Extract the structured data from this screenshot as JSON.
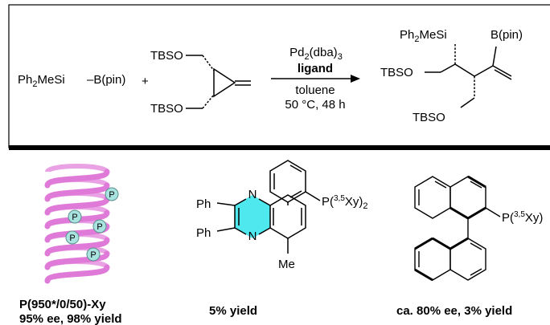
{
  "reaction": {
    "reactant_a_left": "Ph",
    "reactant_a_left_sub": "2",
    "reactant_a_mid": "MeSi",
    "reactant_a_bpin": "–B(pin)",
    "plus": "+",
    "reactant_b_tbso_top": "TBSO",
    "reactant_b_tbso_bottom": "TBSO",
    "catalyst_pd": "Pd",
    "catalyst_pd_sub": "2",
    "catalyst_dba": "(dba)",
    "catalyst_dba_sub": "3",
    "catalyst_ligand": "ligand",
    "solvent": "toluene",
    "conditions": "50 °C, 48 h",
    "product_ph": "Ph",
    "product_ph_sub": "2",
    "product_mesi": "MeSi",
    "product_bpin": "B(pin)",
    "product_tbso_top": "TBSO",
    "product_tbso_bottom": "TBSO"
  },
  "ligands": [
    {
      "p_labels": [
        "P",
        "P",
        "P",
        "P",
        "P"
      ],
      "name": "P(950*/0/50)-Xy",
      "result": "95% ee, 98% yield",
      "helix_color": "#e07ad8",
      "bead_color": "#a9e3e0"
    },
    {
      "ph_top": "Ph",
      "ph_bottom": "Ph",
      "n_top": "N",
      "n_bottom": "N",
      "me": "Me",
      "phosphine": "P(",
      "phosphine_sup": "3,5",
      "phosphine_xy": "Xy)",
      "phosphine_sub": "2",
      "result": "5% yield",
      "highlight_color": "#4ee8ee"
    },
    {
      "phosphine": "P(",
      "phosphine_sup": "3,5",
      "phosphine_xy": "Xy)",
      "result": "ca. 80% ee, 3% yield"
    }
  ]
}
